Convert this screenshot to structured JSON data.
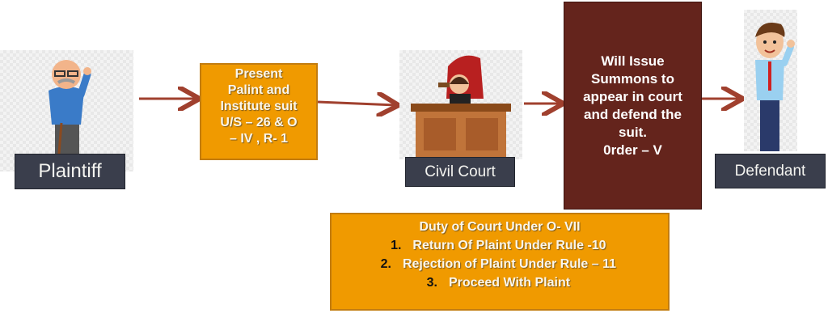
{
  "nodes": {
    "plaintiff": {
      "label": "Plaintiff"
    },
    "present": {
      "lines": [
        "Present",
        "Palint and",
        "Institute suit",
        "U/S – 26 & O",
        "– IV , R- 1"
      ]
    },
    "court": {
      "label": "Civil Court"
    },
    "summons": {
      "lines": [
        "Will Issue",
        "Summons to",
        "appear in court",
        "and defend the",
        "suit.",
        "0rder – V"
      ]
    },
    "defendant": {
      "label": "Defendant"
    }
  },
  "duty": {
    "title": "Duty of Court Under O- VII",
    "items": [
      {
        "num": "1.",
        "text": "Return Of Plaint Under Rule -10"
      },
      {
        "num": "2.",
        "text": "Rejection of Plaint Under Rule – 11"
      },
      {
        "num": "3.",
        "text": "Proceed With Plaint"
      }
    ]
  },
  "colors": {
    "orange": "#f09a00",
    "maroon": "#64241c",
    "label": "#3a3e4c",
    "arrow": "#a0402e"
  }
}
